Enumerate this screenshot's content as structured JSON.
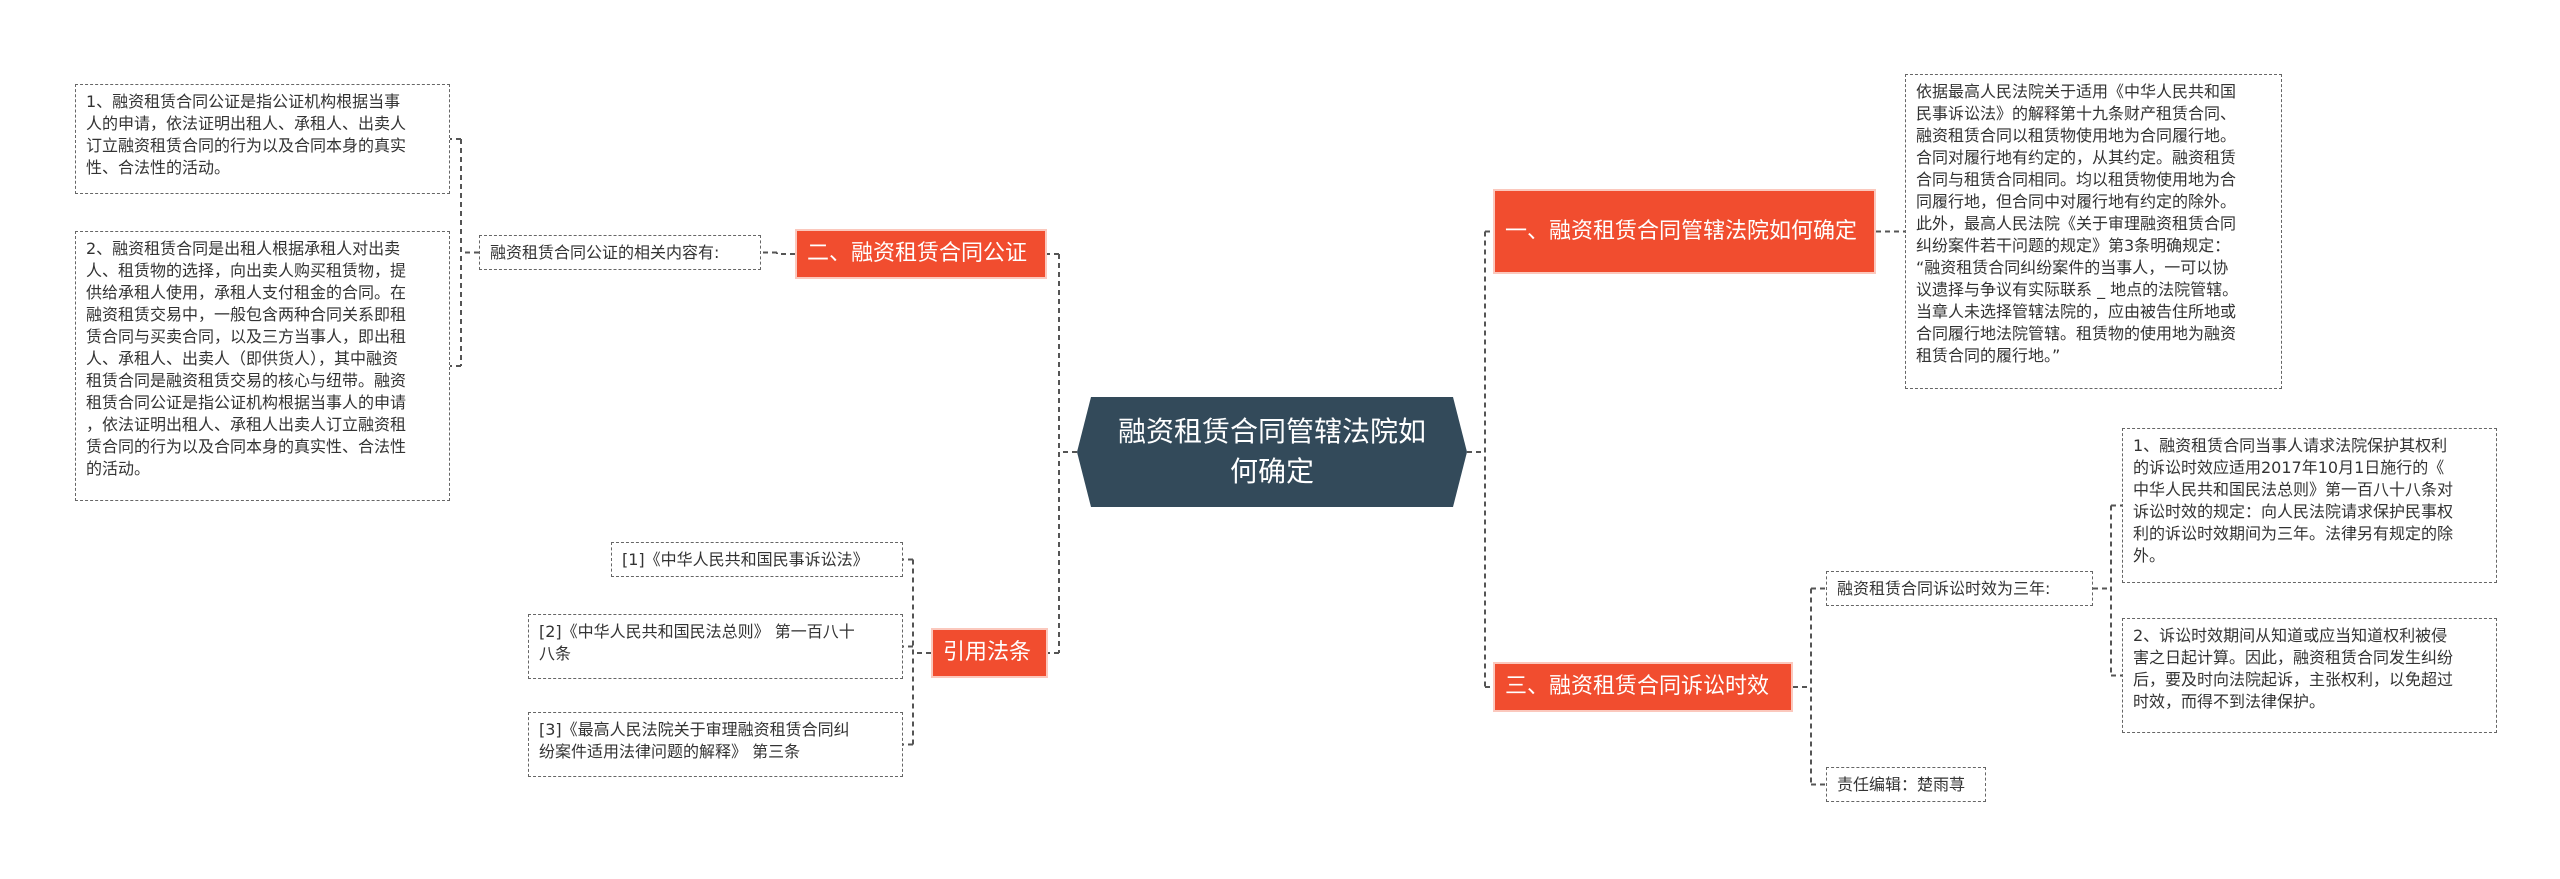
{
  "root": {
    "title": "融资租赁合同管辖法院如何确定"
  },
  "branches": {
    "b1": "一、融资租赁合同管辖法院如何确定",
    "b2": "二、融资租赁合同公证",
    "b3": "三、融资租赁合同诉讼时效",
    "b4": "引用法条"
  },
  "leaves": {
    "jurisdiction_text": "依据最高人民法院关于适用《中华人民共和国\n民事诉讼法》的解释第十九条财产租赁合同、\n融资租赁合同以租赁物使用地为合同履行地。\n合同对履行地有约定的，从其约定。融资租赁\n合同与租赁合同相同。均以租赁物使用地为合\n同履行地，但合同中对履行地有约定的除外。\n此外，最高人民法院《关于审理融资租赁合同\n纠纷案件若干问题的规定》第3条明确规定：\n“融资租赁合同纠纷案件的当事人，一可以协\n议遗择与争议有实际联系 _ 地点的法院管辖。\n当章人未选择管辖法院的，应由被告住所地或\n合同履行地法院管辖。租赁物的使用地为融资\n租赁合同的履行地。”",
    "notary_intro": "融资租赁合同公证的相关内容有:",
    "notary_item1": "1、融资租赁合同公证是指公证机构根据当事\n人的申请，依法证明出租人、承租人、出卖人\n订立融资租赁合同的行为以及合同本身的真实\n性、合法性的活动。",
    "notary_item2": "2、融资租赁合同是出租人根据承租人对出卖\n人、租赁物的选择，向出卖人购买租赁物，提\n供给承租人使用，承租人支付租金的合同。在\n融资租赁交易中，一般包含两种合同关系即租\n赁合同与买卖合同，以及三方当事人，即出租\n人、承租人、出卖人（即供货人），其中融资\n租赁合同是融资租赁交易的核心与纽带。融资\n租赁合同公证是指公证机构根据当事人的申请\n，依法证明出租人、承租人出卖人订立融资租\n赁合同的行为以及合同本身的真实性、合法性\n的活动。",
    "limitation_intro": "融资租赁合同诉讼时效为三年:",
    "limitation_item1": "1、融资租赁合同当事人请求法院保护其权利\n的诉讼时效应适用2017年10月1日施行的《\n中华人民共和国民法总则》第一百八十八条对\n诉讼时效的规定：向人民法院请求保护民事权\n利的诉讼时效期间为三年。法律另有规定的除\n外。",
    "limitation_item2": "2、诉讼时效期间从知道或应当知道权利被侵\n害之日起计算。因此，融资租赁合同发生纠纷\n后，要及时向法院起诉，主张权利，以免超过\n时效，而得不到法律保护。",
    "editor": "责任编辑：楚雨荨",
    "ref1": "[1]《中华人民共和国民事诉讼法》",
    "ref2": "[2]《中华人民共和国民法总则》 第一百八十\n八条",
    "ref3": "[3]《最高人民法院关于审理融资租赁合同纠\n纷案件适用法律问题的解释》 第三条"
  },
  "colors": {
    "root_fill": "#334a5a",
    "branch_fill": "#f14d2f",
    "connector": "#555555"
  }
}
